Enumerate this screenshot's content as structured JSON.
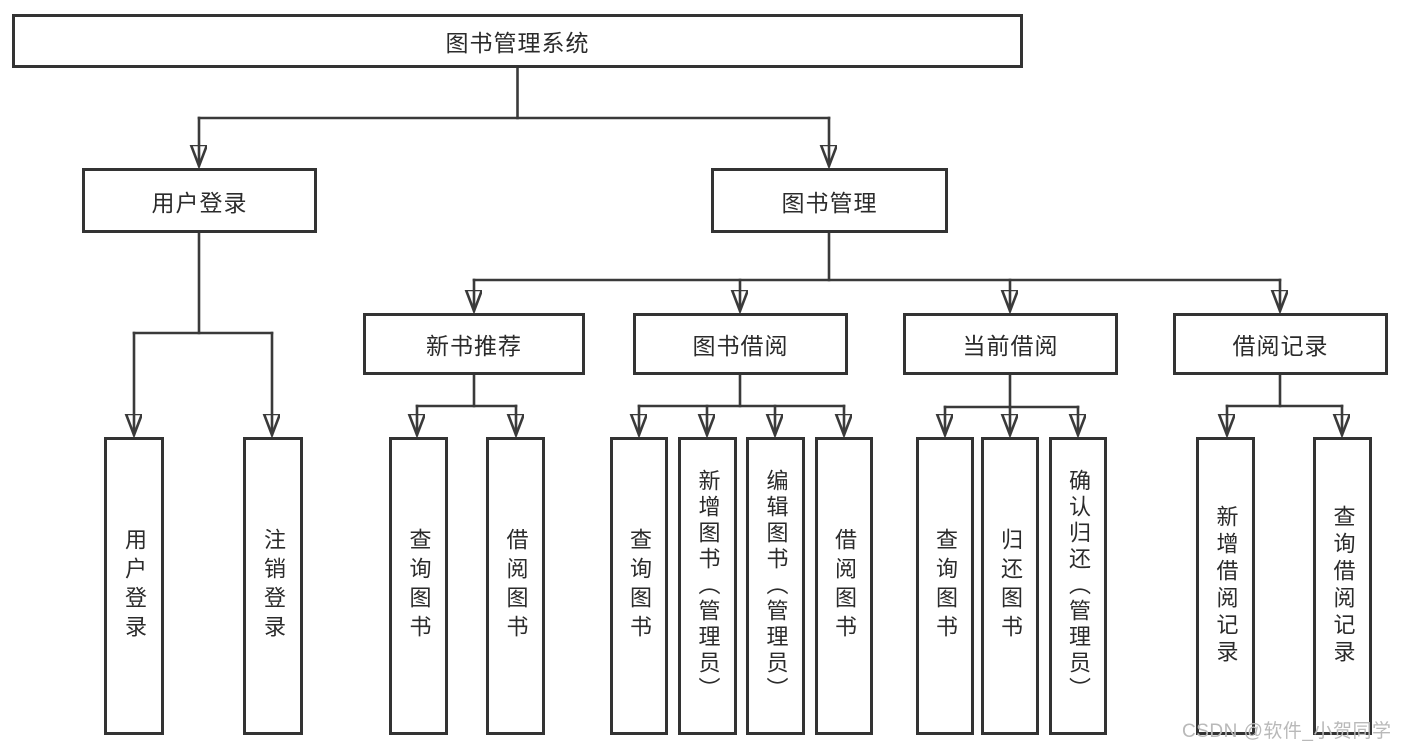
{
  "colors": {
    "line": "#3a3a3a",
    "border": "#333333",
    "text": "#2b2b2b",
    "background": "#ffffff",
    "watermark": "#b9b9b9"
  },
  "root": {
    "label": "图书管理系统"
  },
  "branches": {
    "user_login": {
      "label": "用户登录"
    },
    "book_mgmt": {
      "label": "图书管理"
    }
  },
  "modules": {
    "new_books": {
      "label": "新书推荐"
    },
    "book_borrow": {
      "label": "图书借阅"
    },
    "current_borrow": {
      "label": "当前借阅"
    },
    "borrow_records": {
      "label": "借阅记录"
    }
  },
  "leaves": {
    "user_login": {
      "label": "用户登录"
    },
    "logout": {
      "label": "注销登录"
    },
    "nb_query": {
      "label": "查询图书"
    },
    "nb_borrow": {
      "label": "借阅图书"
    },
    "bb_query": {
      "label": "查询图书"
    },
    "bb_add": {
      "label": "新增图书（管理员）"
    },
    "bb_edit": {
      "label": "编辑图书（管理员）"
    },
    "bb_borrow": {
      "label": "借阅图书"
    },
    "cb_query": {
      "label": "查询图书"
    },
    "cb_return": {
      "label": "归还图书"
    },
    "cb_confirm": {
      "label": "确认归还（管理员）"
    },
    "br_add": {
      "label": "新增借阅记录"
    },
    "br_query": {
      "label": "查询借阅记录"
    }
  },
  "watermark": {
    "text": "CSDN @软件_小贺同学"
  }
}
